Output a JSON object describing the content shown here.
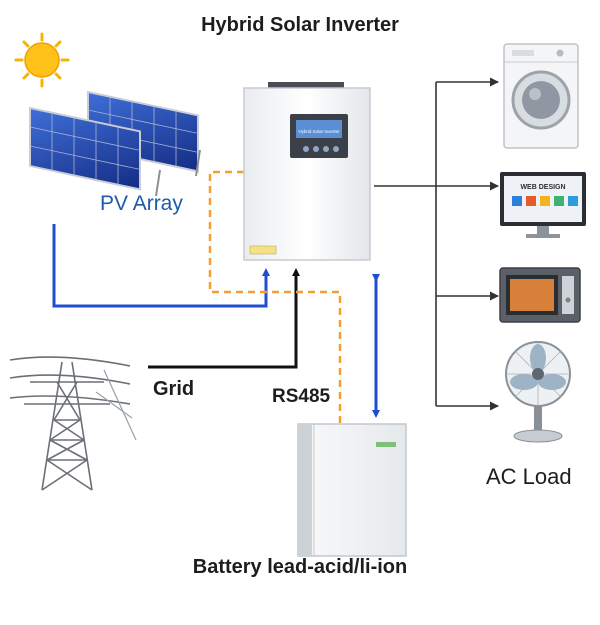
{
  "diagram": {
    "title": "Hybrid Solar Inverter",
    "pv_label": "PV Array",
    "grid_label": "Grid",
    "comm_label": "RS485",
    "ac_load_label": "AC Load",
    "battery_label": "Battery lead-acid/li-ion",
    "inverter_screen_title": "Hybrid Solar Inverter",
    "monitor_screen_text": "WEB DESIGN",
    "colors": {
      "pv_link": "#1f4fd1",
      "grid_link": "#111111",
      "battery_link": "#1f4fd1",
      "comm_link": "#f0a030",
      "load_link": "#333333"
    },
    "icons": [
      "sun-icon",
      "solar-panel-icon",
      "power-tower-icon",
      "washing-machine-icon",
      "monitor-icon",
      "microwave-icon",
      "fan-icon"
    ]
  }
}
